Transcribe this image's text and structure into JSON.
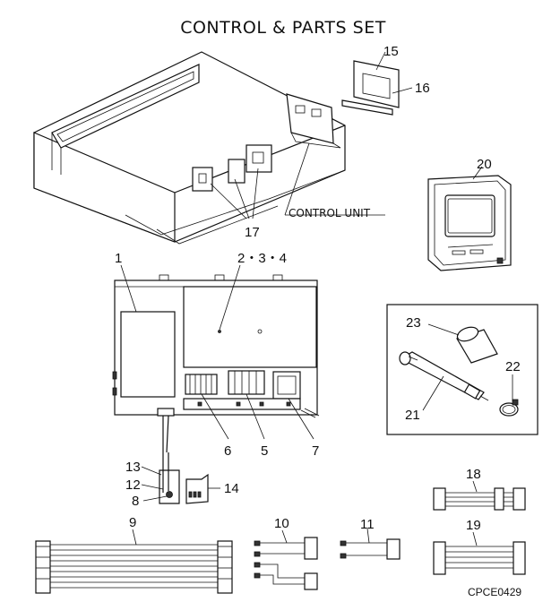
{
  "title": "CONTROL & PARTS SET",
  "control_unit_label": "CONTROL UNIT",
  "figure_code": "CPCE0429",
  "callouts": {
    "c1": "1",
    "c234": "2・3・4",
    "c5": "5",
    "c6": "6",
    "c7": "7",
    "c8": "8",
    "c9": "9",
    "c10": "10",
    "c11": "11",
    "c12": "12",
    "c13": "13",
    "c14": "14",
    "c15": "15",
    "c16": "16",
    "c17": "17",
    "c18": "18",
    "c19": "19",
    "c20": "20",
    "c21": "21",
    "c22": "22",
    "c23": "23"
  }
}
